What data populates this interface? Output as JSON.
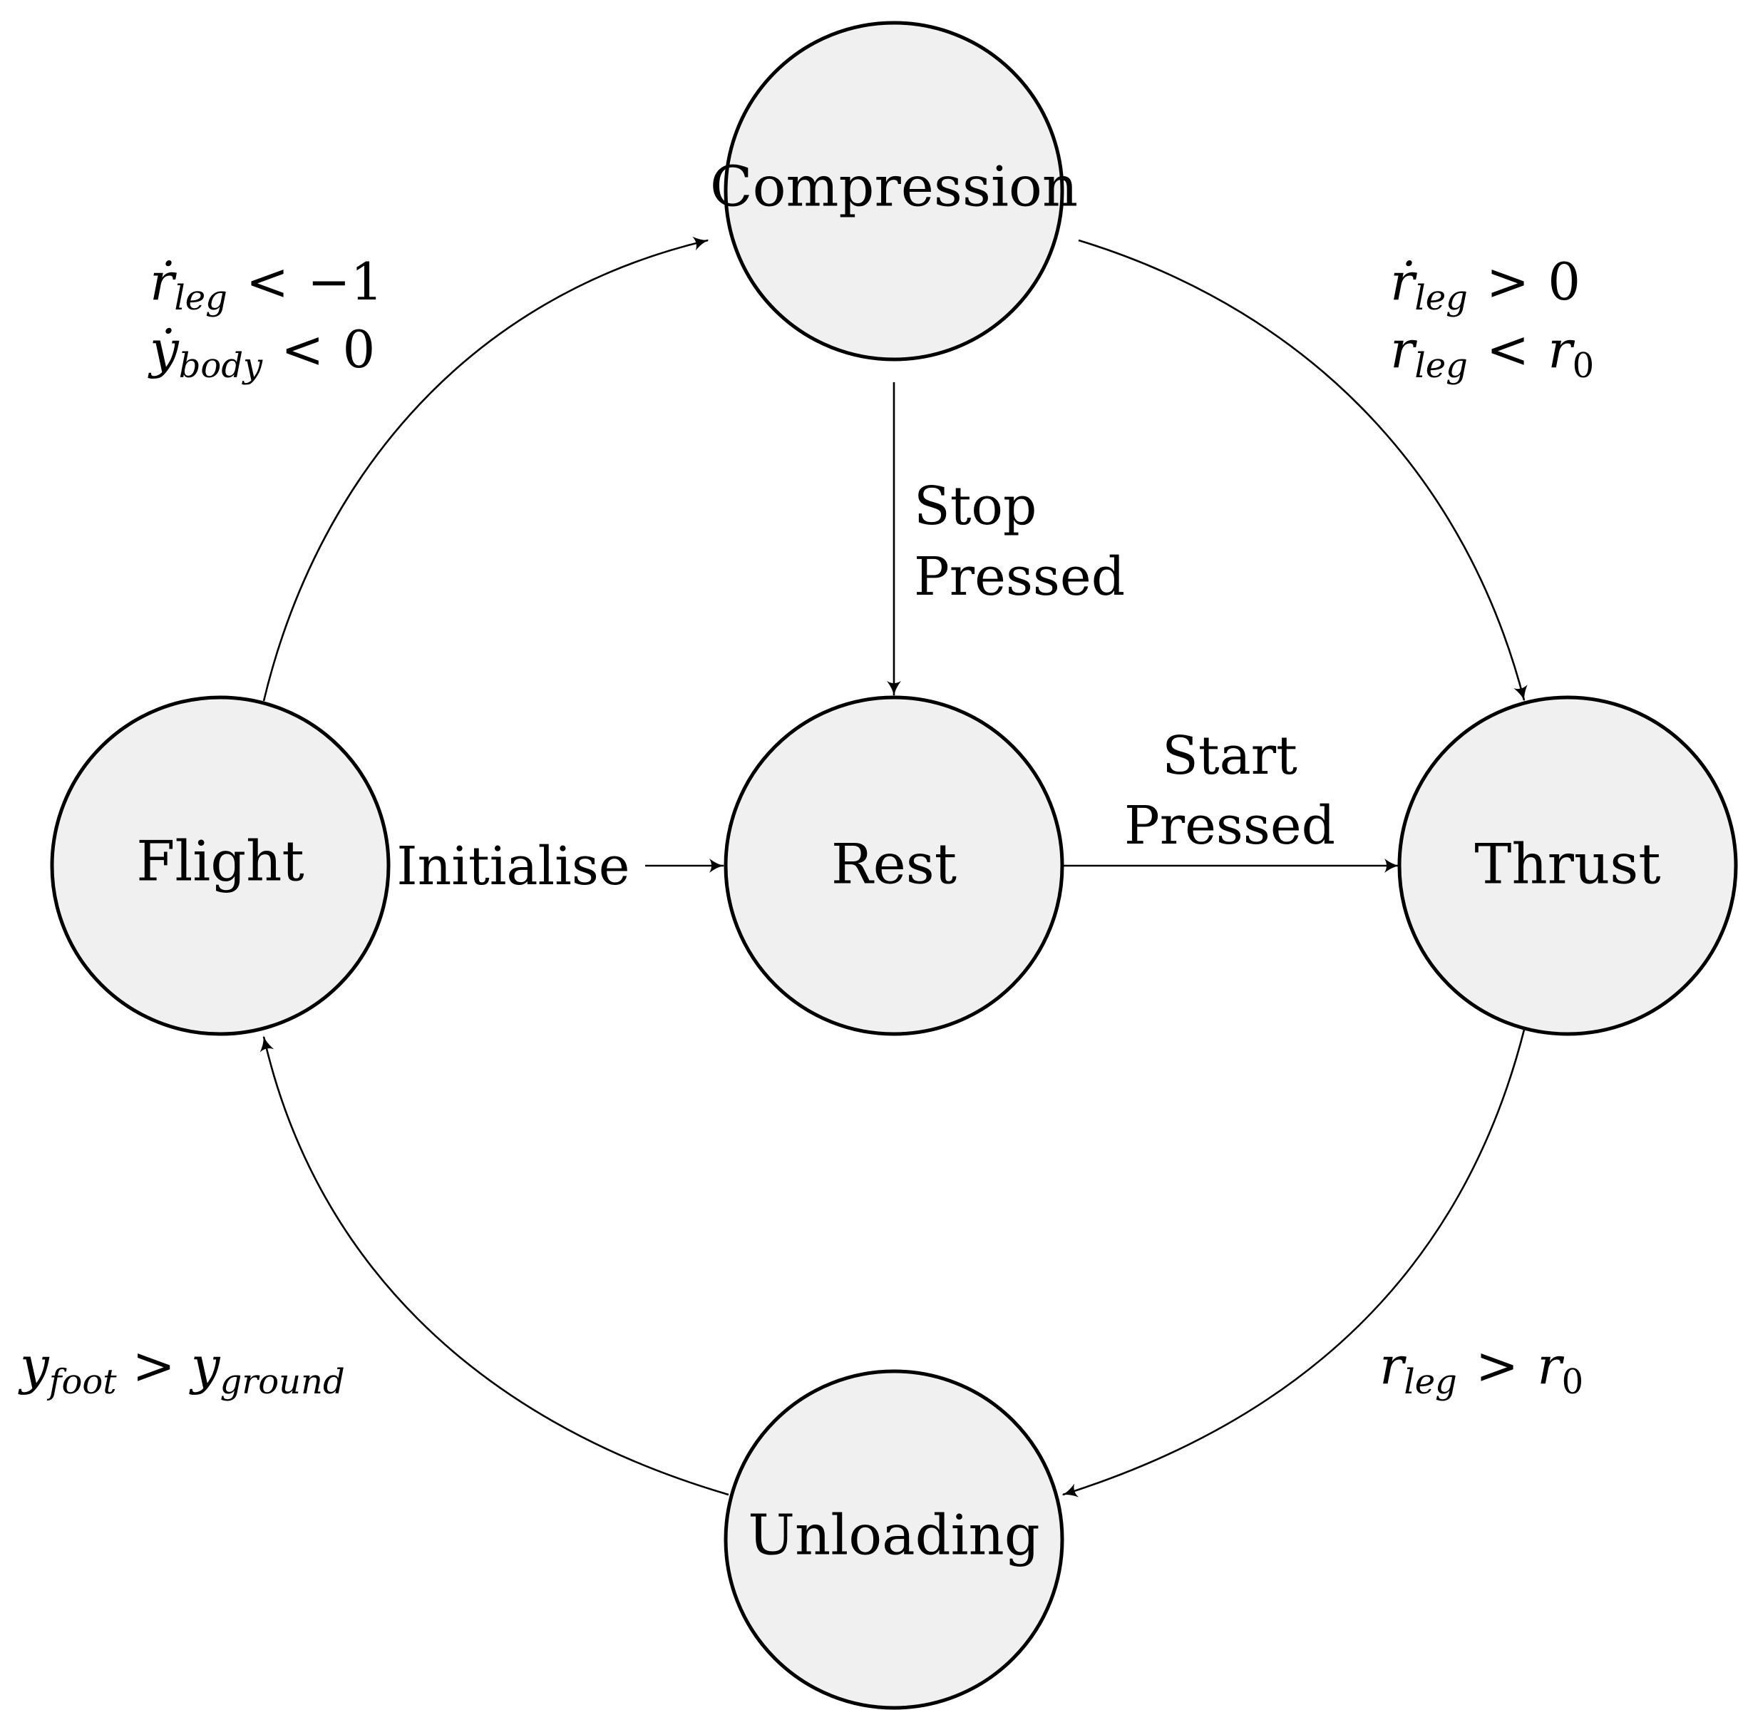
{
  "states": {
    "compression": "Compression",
    "flight": "Flight",
    "rest": "Rest",
    "thrust": "Thrust",
    "unloading": "Unloading"
  },
  "transitions": {
    "stop": [
      "Stop",
      "Pressed"
    ],
    "start": [
      "Start",
      "Pressed"
    ],
    "initialise": "Initialise",
    "flight_to_compression": {
      "line1": {
        "var": "ṙ",
        "sub": "leg",
        "op": "<",
        "rhs": "−1"
      },
      "line2": {
        "var": "ẏ",
        "sub": "body",
        "op": "<",
        "rhs": "0"
      }
    },
    "compression_to_thrust": {
      "line1": {
        "var": "ṙ",
        "sub": "leg",
        "op": ">",
        "rhs": "0"
      },
      "line2": {
        "var": "r",
        "sub": "leg",
        "op": "<",
        "rhs_var": "r",
        "rhs_sub": "0"
      }
    },
    "thrust_to_unloading": {
      "var": "r",
      "sub": "leg",
      "op": ">",
      "rhs_var": "r",
      "rhs_sub": "0"
    },
    "unloading_to_flight": {
      "var": "y",
      "sub": "foot",
      "op": ">",
      "rhs_var": "y",
      "rhs_sub": "ground"
    }
  }
}
